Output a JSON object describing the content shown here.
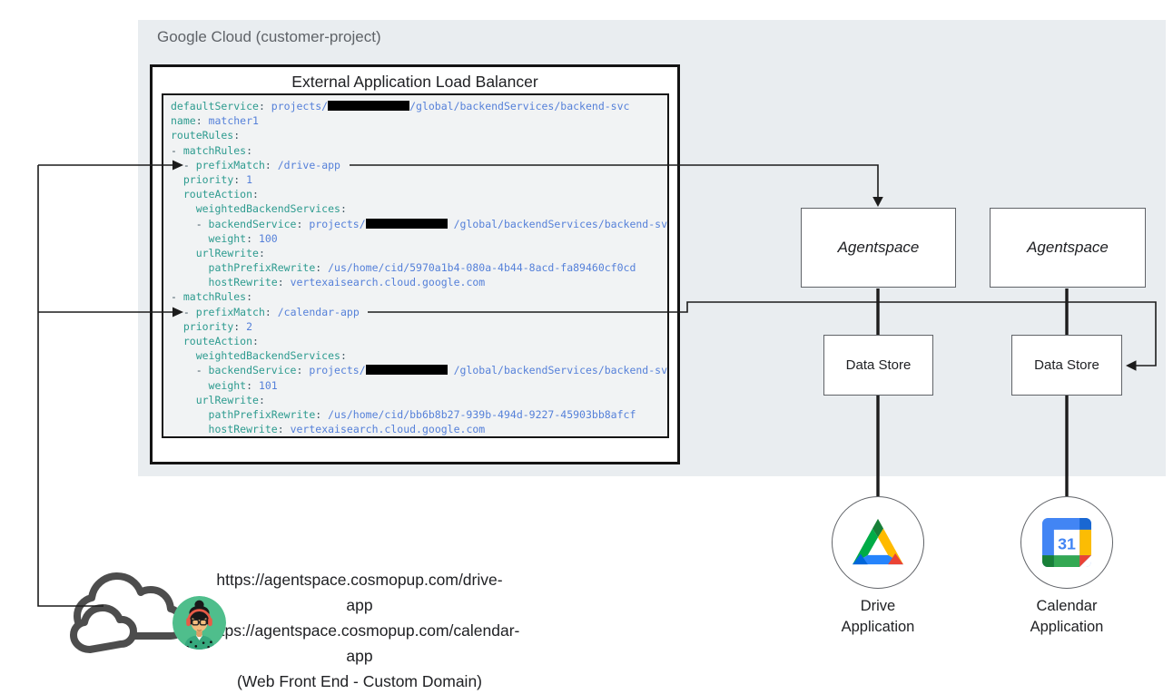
{
  "gcp_region": {
    "label": "Google Cloud (customer-project)",
    "bg_color": "#e9edf0",
    "label_color": "#5f6368"
  },
  "load_balancer": {
    "title": "External Application Load Balancer"
  },
  "code": {
    "colors": {
      "key": "#2d9b8f",
      "value": "#5580d9",
      "plain": "#455a64",
      "bg": "#f1f3f4",
      "redaction": "#000000"
    },
    "lines": [
      [
        [
          "k",
          "defaultService"
        ],
        [
          "p",
          ": "
        ],
        [
          "v",
          "projects/"
        ],
        [
          "r",
          ""
        ],
        [
          "v",
          "/global/backendServices/backend-svc"
        ]
      ],
      [
        [
          "k",
          "name"
        ],
        [
          "p",
          ": "
        ],
        [
          "v",
          "matcher1"
        ]
      ],
      [
        [
          "k",
          "routeRules"
        ],
        [
          "p",
          ":"
        ]
      ],
      [
        [
          "p",
          "- "
        ],
        [
          "k",
          "matchRules"
        ],
        [
          "p",
          ":"
        ]
      ],
      [
        [
          "p",
          "  - "
        ],
        [
          "k",
          "prefixMatch"
        ],
        [
          "p",
          ": "
        ],
        [
          "v",
          "/drive-app"
        ]
      ],
      [
        [
          "p",
          "  "
        ],
        [
          "k",
          "priority"
        ],
        [
          "p",
          ": "
        ],
        [
          "v",
          "1"
        ]
      ],
      [
        [
          "p",
          "  "
        ],
        [
          "k",
          "routeAction"
        ],
        [
          "p",
          ":"
        ]
      ],
      [
        [
          "p",
          "    "
        ],
        [
          "k",
          "weightedBackendServices"
        ],
        [
          "p",
          ":"
        ]
      ],
      [
        [
          "p",
          "    - "
        ],
        [
          "k",
          "backendService"
        ],
        [
          "p",
          ": "
        ],
        [
          "v",
          "projects/"
        ],
        [
          "r",
          ""
        ],
        [
          "p",
          " "
        ],
        [
          "v",
          "/global/backendServices/backend-svc"
        ]
      ],
      [
        [
          "p",
          "      "
        ],
        [
          "k",
          "weight"
        ],
        [
          "p",
          ": "
        ],
        [
          "v",
          "100"
        ]
      ],
      [
        [
          "p",
          "    "
        ],
        [
          "k",
          "urlRewrite"
        ],
        [
          "p",
          ":"
        ]
      ],
      [
        [
          "p",
          "      "
        ],
        [
          "k",
          "pathPrefixRewrite"
        ],
        [
          "p",
          ": "
        ],
        [
          "v",
          "/us/home/cid/5970a1b4-080a-4b44-8acd-fa89460cf0cd"
        ]
      ],
      [
        [
          "p",
          "      "
        ],
        [
          "k",
          "hostRewrite"
        ],
        [
          "p",
          ": "
        ],
        [
          "v",
          "vertexaisearch.cloud.google.com"
        ]
      ],
      [
        [
          "p",
          "- "
        ],
        [
          "k",
          "matchRules"
        ],
        [
          "p",
          ":"
        ]
      ],
      [
        [
          "p",
          "  - "
        ],
        [
          "k",
          "prefixMatch"
        ],
        [
          "p",
          ": "
        ],
        [
          "v",
          "/calendar-app"
        ]
      ],
      [
        [
          "p",
          "  "
        ],
        [
          "k",
          "priority"
        ],
        [
          "p",
          ": "
        ],
        [
          "v",
          "2"
        ]
      ],
      [
        [
          "p",
          "  "
        ],
        [
          "k",
          "routeAction"
        ],
        [
          "p",
          ":"
        ]
      ],
      [
        [
          "p",
          "    "
        ],
        [
          "k",
          "weightedBackendServices"
        ],
        [
          "p",
          ":"
        ]
      ],
      [
        [
          "p",
          "    - "
        ],
        [
          "k",
          "backendService"
        ],
        [
          "p",
          ": "
        ],
        [
          "v",
          "projects/"
        ],
        [
          "r",
          ""
        ],
        [
          "p",
          " "
        ],
        [
          "v",
          "/global/backendServices/backend-svc"
        ]
      ],
      [
        [
          "p",
          "      "
        ],
        [
          "k",
          "weight"
        ],
        [
          "p",
          ": "
        ],
        [
          "v",
          "101"
        ]
      ],
      [
        [
          "p",
          "    "
        ],
        [
          "k",
          "urlRewrite"
        ],
        [
          "p",
          ":"
        ]
      ],
      [
        [
          "p",
          "      "
        ],
        [
          "k",
          "pathPrefixRewrite"
        ],
        [
          "p",
          ": "
        ],
        [
          "v",
          "/us/home/cid/bb6b8b27-939b-494d-9227-45903bb8afcf"
        ]
      ],
      [
        [
          "p",
          "      "
        ],
        [
          "k",
          "hostRewrite"
        ],
        [
          "p",
          ": "
        ],
        [
          "v",
          "vertexaisearch.cloud.google.com"
        ]
      ]
    ]
  },
  "agentspace_boxes": [
    {
      "label": "Agentspace"
    },
    {
      "label": "Agentspace"
    }
  ],
  "data_stores": [
    {
      "label": "Data Store"
    },
    {
      "label": "Data Store"
    }
  ],
  "applications": [
    {
      "name": "Drive",
      "suffix": "Application",
      "icon": "google-drive-logo"
    },
    {
      "name": "Calendar",
      "suffix": "Application",
      "icon": "google-calendar-logo",
      "calendar_day": "31"
    }
  ],
  "frontend": {
    "url_drive": "https://agentspace.cosmopup.com/drive-app",
    "url_calendar": "https://agentspace.cosmopup.com/calendar-app",
    "caption": "(Web Front End - Custom Domain)"
  }
}
